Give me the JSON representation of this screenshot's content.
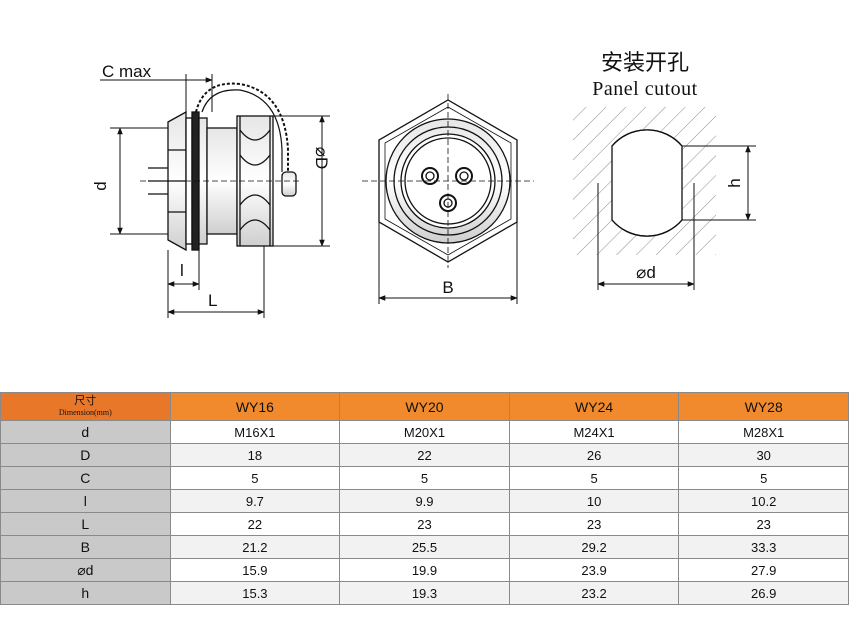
{
  "drawing": {
    "side_view": {
      "c_max": "C max",
      "d": "d",
      "D": "⌀D",
      "l": "l",
      "L": "L"
    },
    "front_view": {
      "B": "B"
    },
    "cutout": {
      "title_cn": "安装开孔",
      "title_en": "Panel cutout",
      "h": "h",
      "od": "⌀d"
    }
  },
  "table": {
    "corner_cn": "尺寸",
    "corner_en": "Dimension(mm)",
    "models": [
      "WY16",
      "WY20",
      "WY24",
      "WY28"
    ],
    "rows": [
      {
        "label": "d",
        "values": [
          "M16X1",
          "M20X1",
          "M24X1",
          "M28X1"
        ]
      },
      {
        "label": "D",
        "values": [
          "18",
          "22",
          "26",
          "30"
        ]
      },
      {
        "label": "C",
        "values": [
          "5",
          "5",
          "5",
          "5"
        ]
      },
      {
        "label": "l",
        "values": [
          "9.7",
          "9.9",
          "10",
          "10.2"
        ]
      },
      {
        "label": "L",
        "values": [
          "22",
          "23",
          "23",
          "23"
        ]
      },
      {
        "label": "B",
        "values": [
          "21.2",
          "25.5",
          "29.2",
          "33.3"
        ]
      },
      {
        "label": "⌀d",
        "values": [
          "15.9",
          "19.9",
          "23.9",
          "27.9"
        ]
      },
      {
        "label": "h",
        "values": [
          "15.3",
          "19.3",
          "23.2",
          "26.9"
        ]
      }
    ]
  }
}
